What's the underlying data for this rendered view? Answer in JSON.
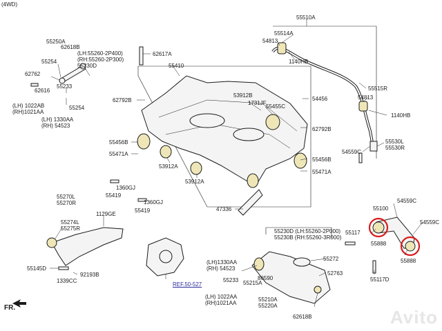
{
  "corner": "(4WD)",
  "direction": "FR.",
  "watermark": "Avito",
  "highlight_color": "#d81c1c",
  "labels": {
    "p55510A": "55510A",
    "p55514A": "55514A",
    "p54813a": "54813",
    "p1140HBa": "1140HB",
    "p55515R": "55515R",
    "p54813b": "54813",
    "p1140HBb": "1140HB",
    "p55530L": "55530L",
    "p55530R": "55530R",
    "p54559Ca": "54559C",
    "p54456": "54456",
    "p55250A": "55250A",
    "p62618B": "62618B",
    "p55260lh": "(LH:55260-2P400)",
    "p55260rh": "(RH:55260-2P300)",
    "p55254a": "55254",
    "p55230D": "55230D",
    "p62762": "62762",
    "p62616": "62616",
    "p55233a": "55233",
    "p1022AB": "(LH) 1022AB",
    "p1021AA": "(RH)1021AA",
    "p55254b": "55254",
    "p1330AA": "(LH) 1330AA",
    "p54523": "(RH) 54523",
    "p62617A": "62617A",
    "p55410": "55410",
    "p62792Ba": "62792B",
    "p53912B": "53912B",
    "p1731JF": "1731JF",
    "p55455C": "55455C",
    "p62792Bb": "62792B",
    "p55456Ba": "55456B",
    "p55471Aa": "55471A",
    "p53912Aa": "53912A",
    "p55456Bb": "55456B",
    "p55471Ab": "55471A",
    "p53912Ab": "53912A",
    "p55419a": "55419",
    "p1360GJa": "1360GJ",
    "p55419b": "55419",
    "p1360GJb": "1360GJ",
    "p47336": "47336",
    "p55270L": "55270L",
    "p55270R": "55270R",
    "p1129GE": "1129GE",
    "p55274L": "55274L",
    "p55275R": "55275R",
    "p55145D": "55145D",
    "p92193B": "92193B",
    "p1339CC": "1339CC",
    "pRef": "REF.50-527",
    "p55100": "55100",
    "p54559Cb": "54559C",
    "p54559Cc": "54559C",
    "p55117a": "55117",
    "p55888a": "55888",
    "p55888b": "55888",
    "p55117D": "55117D",
    "p55230Dlh": "55230D (LH:55260-2P000)",
    "p55230Brh": "55230B (RH:55260-3R000)",
    "p55272": "55272",
    "p1330AA2": "(LH)1330AA",
    "p54523b": "(RH) 54523",
    "p55233b": "55233",
    "p86590": "86590",
    "p55215A": "55215A",
    "p52763": "52763",
    "p1022AA": "(LH) 1022AA",
    "p1021AA2": "(RH)1021AA",
    "p55210A": "55210A",
    "p55220A": "55220A",
    "p62618B2": "62618B"
  }
}
